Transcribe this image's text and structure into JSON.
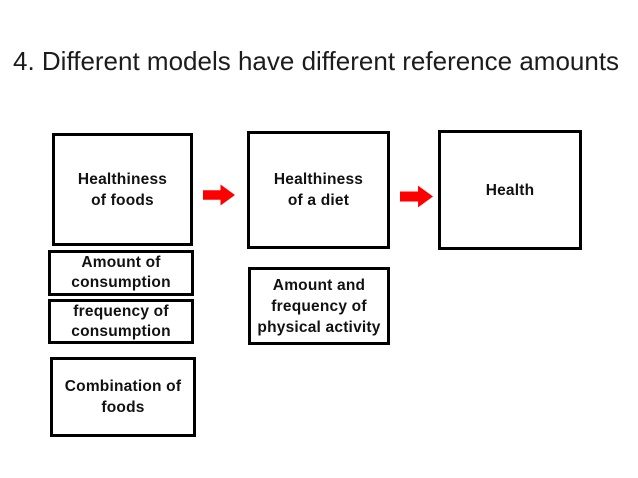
{
  "title": "4. Different models have different reference amounts",
  "boxes": {
    "healthiness_of_foods": {
      "label": "Healthiness\nof foods"
    },
    "healthiness_of_a_diet": {
      "label": "Healthiness\nof a diet"
    },
    "health": {
      "label": "Health"
    },
    "amount_of_consumption": {
      "label": "Amount of\nconsumption"
    },
    "frequency_of_consumption": {
      "label": "frequency of\nconsumption"
    },
    "combination_of_foods": {
      "label": "Combination of\nfoods"
    },
    "physical_activity": {
      "label": "Amount and\nfrequency of\nphysical activity"
    }
  },
  "icons": {
    "arrow_1": "arrow-right",
    "arrow_2": "arrow-right"
  },
  "colors": {
    "arrow": "#ff0000",
    "box_border": "#000000",
    "text": "#111111",
    "title_text": "#1c1c1c",
    "background": "#ffffff"
  }
}
